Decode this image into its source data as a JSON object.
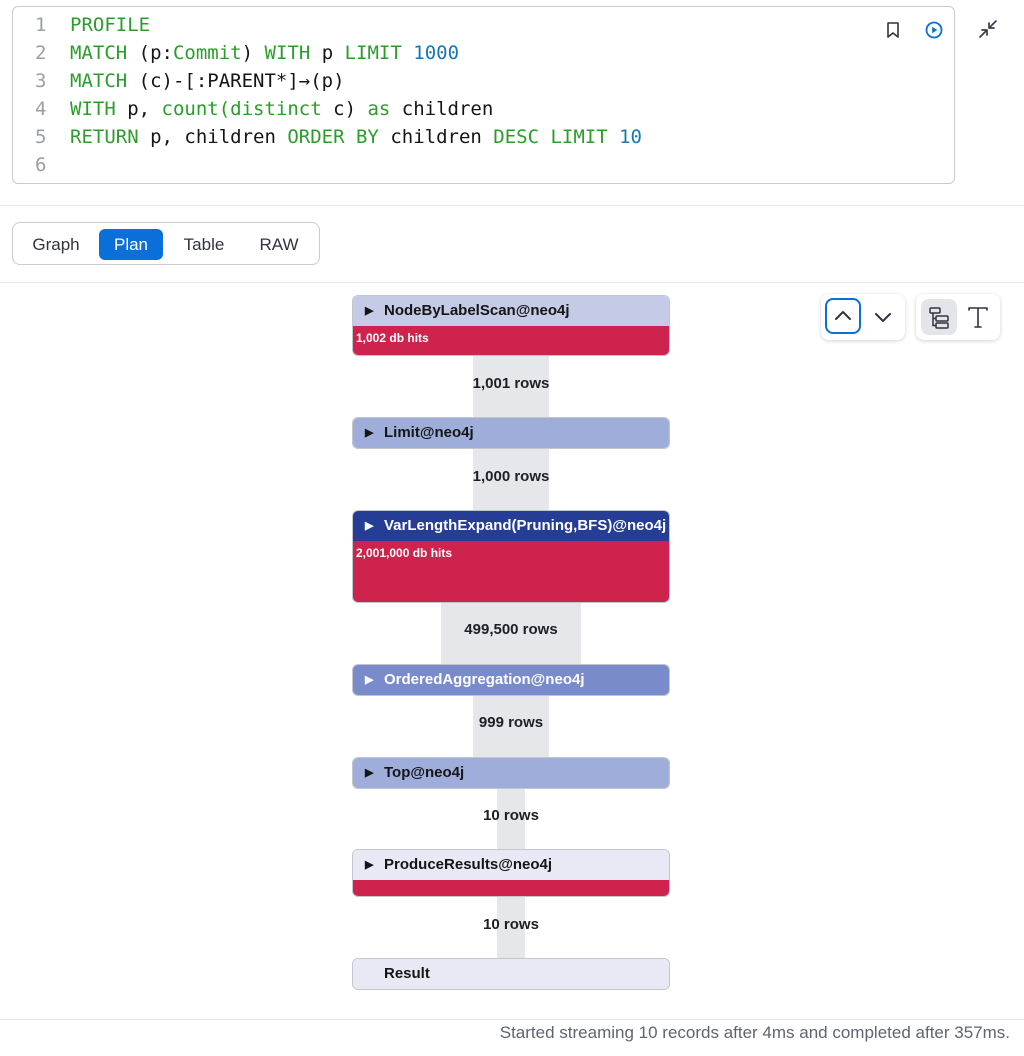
{
  "editor": {
    "lines": [
      {
        "num": "1",
        "tokens": [
          {
            "t": "kw",
            "v": "PROFILE"
          }
        ]
      },
      {
        "num": "2",
        "tokens": [
          {
            "t": "kw",
            "v": "MATCH"
          },
          {
            "t": "pl",
            "v": " (p:"
          },
          {
            "t": "kw",
            "v": "Commit"
          },
          {
            "t": "pl",
            "v": ") "
          },
          {
            "t": "kw",
            "v": "WITH"
          },
          {
            "t": "pl",
            "v": " p "
          },
          {
            "t": "kw",
            "v": "LIMIT"
          },
          {
            "t": "pl",
            "v": " "
          },
          {
            "t": "num",
            "v": "1000"
          }
        ]
      },
      {
        "num": "3",
        "tokens": [
          {
            "t": "kw",
            "v": "MATCH"
          },
          {
            "t": "pl",
            "v": " (c)-[:PARENT*]→(p)"
          }
        ]
      },
      {
        "num": "4",
        "tokens": [
          {
            "t": "kw",
            "v": "WITH"
          },
          {
            "t": "pl",
            "v": " p, "
          },
          {
            "t": "kw",
            "v": "count(distinct"
          },
          {
            "t": "pl",
            "v": " c) "
          },
          {
            "t": "kw",
            "v": "as"
          },
          {
            "t": "pl",
            "v": " children"
          }
        ]
      },
      {
        "num": "5",
        "tokens": [
          {
            "t": "kw",
            "v": "RETURN"
          },
          {
            "t": "pl",
            "v": " p, children "
          },
          {
            "t": "kw",
            "v": "ORDER BY"
          },
          {
            "t": "pl",
            "v": " children "
          },
          {
            "t": "kw",
            "v": "DESC LIMIT"
          },
          {
            "t": "pl",
            "v": " "
          },
          {
            "t": "num",
            "v": "10"
          }
        ]
      },
      {
        "num": "6",
        "tokens": []
      }
    ],
    "icons": {
      "favorite": "bookmark-icon",
      "run": "play-circle-icon",
      "collapse": "collapse-arrows-icon"
    }
  },
  "tabs": [
    {
      "label": "Graph",
      "active": false
    },
    {
      "label": "Plan",
      "active": true
    },
    {
      "label": "Table",
      "active": false
    },
    {
      "label": "RAW",
      "active": false
    }
  ],
  "plan": {
    "operators": [
      {
        "name": "NodeByLabelScan@neo4j",
        "db_hits": "1,002 db hits",
        "head_color": "#c5cbe6",
        "text_color": "#151515",
        "has_hits": true
      },
      {
        "name": "Limit@neo4j",
        "db_hits": "",
        "head_color": "#9fadda",
        "text_color": "#151515",
        "has_hits": false
      },
      {
        "name": "VarLengthExpand(Pruning,BFS)@neo4j",
        "db_hits": "2,001,000 db hits",
        "head_color": "#263d96",
        "text_color": "#ffffff",
        "has_hits": true
      },
      {
        "name": "OrderedAggregation@neo4j",
        "db_hits": "",
        "head_color": "#7a8bcb",
        "text_color": "#ffffff",
        "has_hits": false
      },
      {
        "name": "Top@neo4j",
        "db_hits": "",
        "head_color": "#9fadda",
        "text_color": "#151515",
        "has_hits": false
      },
      {
        "name": "ProduceResults@neo4j",
        "db_hits": "",
        "head_color": "#e7e9f5",
        "text_color": "#151515",
        "has_hits": true
      },
      {
        "name": "Result",
        "db_hits": "",
        "head_color": "#e7e9f5",
        "text_color": "#151515",
        "has_hits": false
      }
    ],
    "rows": [
      "1,001 rows",
      "1,000 rows",
      "499,500 rows",
      "999 rows",
      "10 rows",
      "10 rows"
    ]
  },
  "controls": {
    "up": "chevron-up-icon",
    "down": "chevron-down-icon",
    "tree": "tree-view-icon",
    "text": "text-view-icon"
  },
  "footer": {
    "status": "Started streaming 10 records after 4ms and completed after 357ms."
  },
  "colors": {
    "accent": "#0a6fd8",
    "hits": "#ce234d",
    "keyword": "#2a9d2a",
    "number": "#1977b7"
  }
}
